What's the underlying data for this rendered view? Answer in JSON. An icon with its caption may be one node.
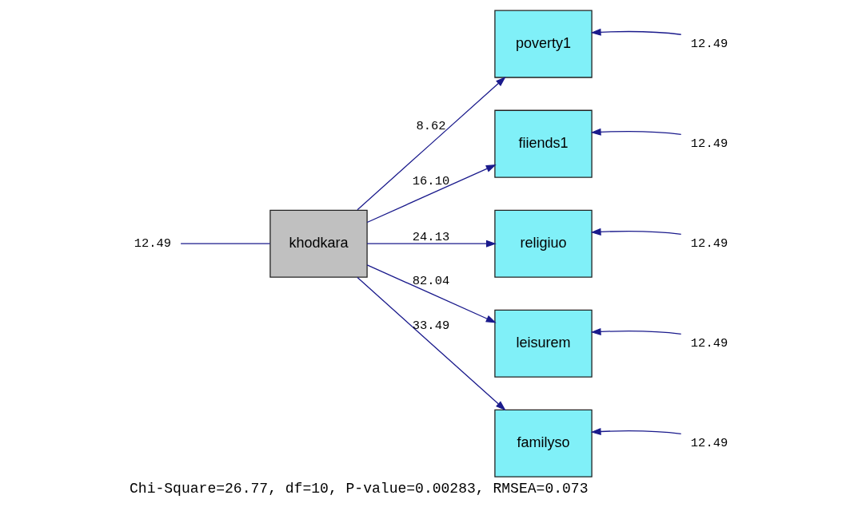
{
  "diagram": {
    "caption": "Chi-Square=26.77, df=10, P-value=0.00283, RMSEA=0.073",
    "nodes": [
      {
        "text": [
          "12.49"
        ]
      },
      {
        "text": [
          "khodkara"
        ]
      },
      {
        "text": [
          "poverty1"
        ]
      },
      {
        "text": [
          "fiiends1"
        ]
      },
      {
        "text": [
          "religiuo"
        ]
      },
      {
        "text": [
          "leisurem"
        ]
      },
      {
        "text": [
          "familyso"
        ]
      },
      {
        "text": [
          "12.49"
        ]
      },
      {
        "text": [
          "12.49"
        ]
      },
      {
        "text": [
          "12.49"
        ]
      },
      {
        "text": [
          "12.49"
        ]
      },
      {
        "text": [
          "12.49"
        ]
      }
    ],
    "edges": [
      {
        "from": 0,
        "to": 1,
        "arrow": "none"
      },
      {
        "from": 1,
        "to": 2,
        "arrow": "to",
        "label": "8.62"
      },
      {
        "from": 1,
        "to": 3,
        "arrow": "to",
        "label": "16.10"
      },
      {
        "from": 1,
        "to": 4,
        "arrow": "to",
        "label": "24.13"
      },
      {
        "from": 1,
        "to": 5,
        "arrow": "to",
        "label": "82.04"
      },
      {
        "from": 1,
        "to": 6,
        "arrow": "to",
        "label": "33.49"
      },
      {
        "from": 7,
        "to": 2,
        "arrow": "to"
      },
      {
        "from": 8,
        "to": 3,
        "arrow": "to"
      },
      {
        "from": 9,
        "to": 4,
        "arrow": "to"
      },
      {
        "from": 10,
        "to": 5,
        "arrow": "to"
      },
      {
        "from": 11,
        "to": 6,
        "arrow": "to"
      }
    ]
  }
}
